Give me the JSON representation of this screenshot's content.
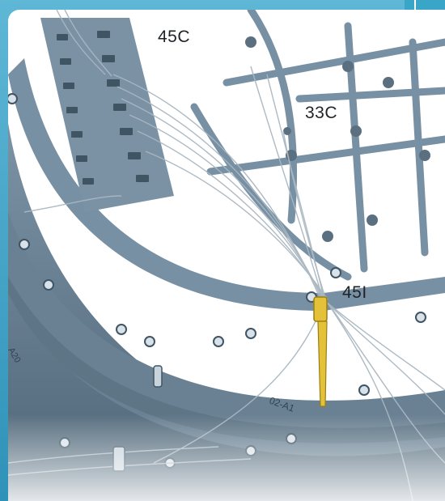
{
  "callouts": {
    "c45c": "45C",
    "c33c": "33C",
    "c45i": "45I"
  },
  "colors": {
    "frame": "#3aa6c7",
    "structure": "#6b8296",
    "structure_dark": "#4d6475",
    "wire": "#9aa9b4",
    "tie": "#e3c23a",
    "background": "#ffffff"
  },
  "decor": {
    "plate_text_1": "02-A1",
    "plate_text_2": "A20"
  }
}
